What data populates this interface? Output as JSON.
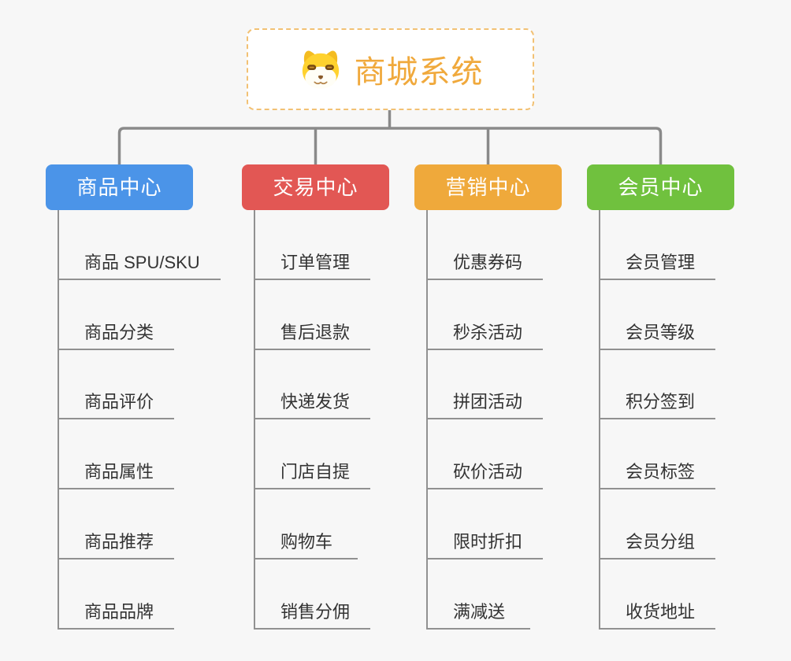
{
  "app": {
    "background": "#F7F7F7"
  },
  "root": {
    "title": "商城系统",
    "icon": "dog-face-icon",
    "title_color": "#F0A93C",
    "border_color": "#F2C174"
  },
  "connectors": {
    "tree_color": "#8A8A8A",
    "leaf_line_color": "#919191"
  },
  "branches": [
    {
      "label": "商品中心",
      "color": "#4B94E8",
      "children": [
        "商品 SPU/SKU",
        "商品分类",
        "商品评价",
        "商品属性",
        "商品推荐",
        "商品品牌"
      ]
    },
    {
      "label": "交易中心",
      "color": "#E25754",
      "children": [
        "订单管理",
        "售后退款",
        "快递发货",
        "门店自提",
        "购物车",
        "销售分佣"
      ]
    },
    {
      "label": "营销中心",
      "color": "#EFA93B",
      "children": [
        "优惠券码",
        "秒杀活动",
        "拼团活动",
        "砍价活动",
        "限时折扣",
        "满减送"
      ]
    },
    {
      "label": "会员中心",
      "color": "#70C13E",
      "children": [
        "会员管理",
        "会员等级",
        "积分签到",
        "会员标签",
        "会员分组",
        "收货地址"
      ]
    }
  ]
}
